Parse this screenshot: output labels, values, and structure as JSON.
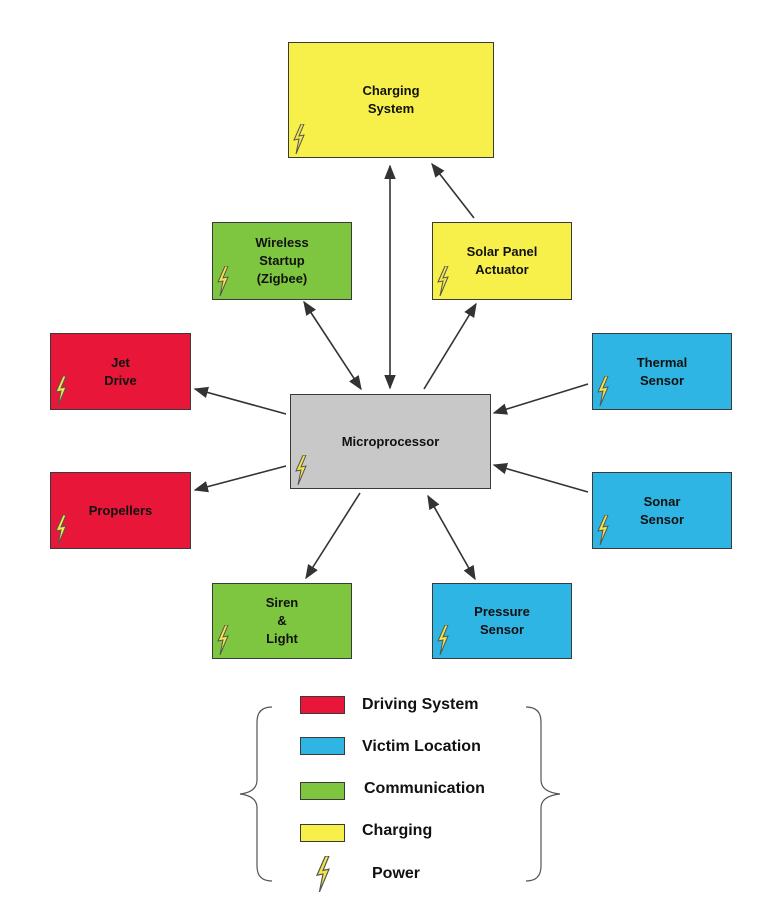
{
  "colors": {
    "driving": "#e8173a",
    "victim": "#2fb5e3",
    "communication": "#7ec63f",
    "charging": "#f8f04a",
    "processor": "#c8c8c8",
    "bolt_fill": "#f3e64a",
    "bolt_stroke": "#555555",
    "arrow": "#333333"
  },
  "nodes": {
    "charging_system": {
      "label": "Charging\nSystem",
      "category": "charging",
      "icon": "lightning-bolt-icon"
    },
    "wireless_startup": {
      "label": "Wireless\nStartup\n(Zigbee)",
      "category": "communication",
      "icon": "lightning-bolt-icon"
    },
    "solar_panel_actuator": {
      "label": "Solar Panel\nActuator",
      "category": "charging",
      "icon": "lightning-bolt-icon"
    },
    "jet_drive": {
      "label": "Jet\nDrive",
      "category": "driving",
      "icon": "lightning-bolt-icon"
    },
    "thermal_sensor": {
      "label": "Thermal\nSensor",
      "category": "victim",
      "icon": "lightning-bolt-icon"
    },
    "microprocessor": {
      "label": "Microprocessor",
      "category": "processor",
      "icon": "lightning-bolt-icon"
    },
    "propellers": {
      "label": "Propellers",
      "category": "driving",
      "icon": "lightning-bolt-icon"
    },
    "sonar_sensor": {
      "label": "Sonar\nSensor",
      "category": "victim",
      "icon": "lightning-bolt-icon"
    },
    "siren_light": {
      "label": "Siren\n&\nLight",
      "category": "communication",
      "icon": "lightning-bolt-icon"
    },
    "pressure_sensor": {
      "label": "Pressure\nSensor",
      "category": "victim",
      "icon": "lightning-bolt-icon"
    }
  },
  "connections": [
    {
      "from": "microprocessor",
      "to": "charging_system",
      "direction": "both"
    },
    {
      "from": "solar_panel_actuator",
      "to": "charging_system",
      "direction": "forward"
    },
    {
      "from": "microprocessor",
      "to": "wireless_startup",
      "direction": "both"
    },
    {
      "from": "microprocessor",
      "to": "solar_panel_actuator",
      "direction": "forward"
    },
    {
      "from": "microprocessor",
      "to": "jet_drive",
      "direction": "forward"
    },
    {
      "from": "microprocessor",
      "to": "propellers",
      "direction": "forward"
    },
    {
      "from": "thermal_sensor",
      "to": "microprocessor",
      "direction": "forward"
    },
    {
      "from": "sonar_sensor",
      "to": "microprocessor",
      "direction": "forward"
    },
    {
      "from": "microprocessor",
      "to": "siren_light",
      "direction": "forward"
    },
    {
      "from": "microprocessor",
      "to": "pressure_sensor",
      "direction": "both"
    }
  ],
  "legend": {
    "items": [
      {
        "label": "Driving System",
        "category": "driving"
      },
      {
        "label": "Victim Location",
        "category": "victim"
      },
      {
        "label": "Communication",
        "category": "communication"
      },
      {
        "label": "Charging",
        "category": "charging"
      },
      {
        "label": "Power",
        "category": "power",
        "icon": "lightning-bolt-icon"
      }
    ]
  }
}
